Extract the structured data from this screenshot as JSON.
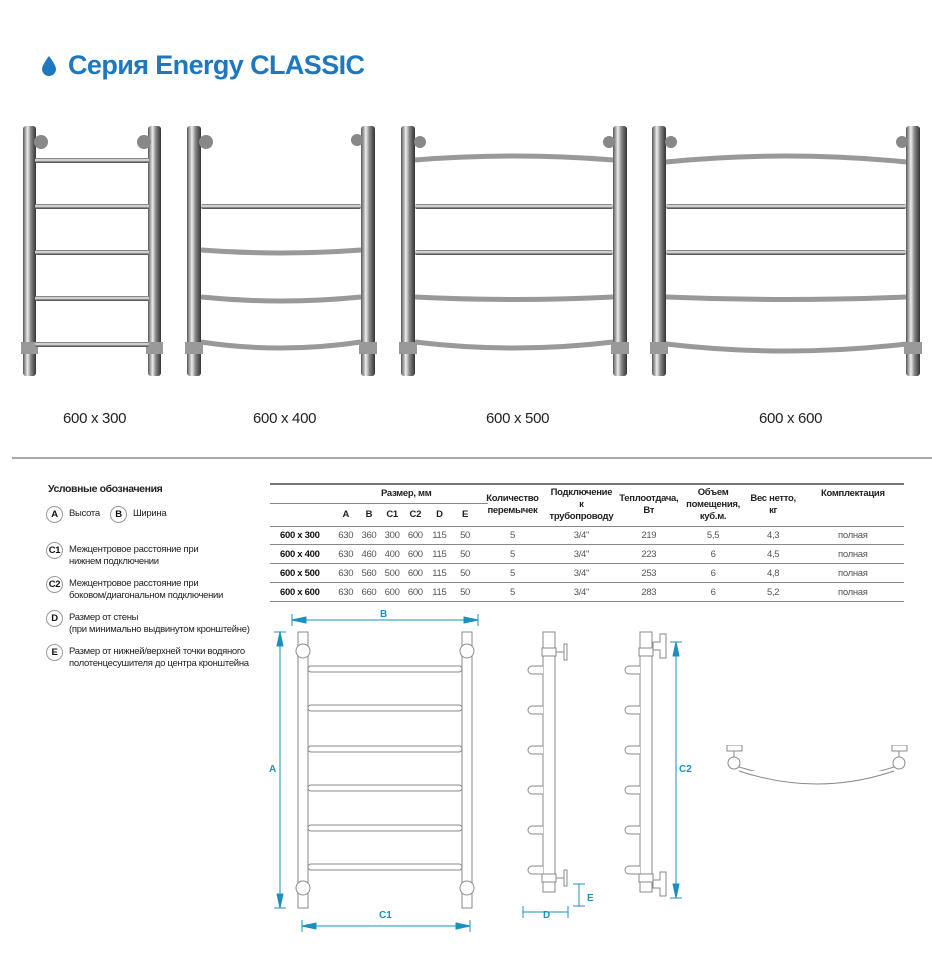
{
  "header": {
    "title": "Серия Energy CLASSIC",
    "icon": "water-drop-icon",
    "accent_color": "#1e78c0"
  },
  "products": [
    {
      "label": "600 x 300",
      "rungs": 5
    },
    {
      "label": "600 x 400",
      "rungs": 5
    },
    {
      "label": "600 x 500",
      "rungs": 5
    },
    {
      "label": "600 x 600",
      "rungs": 5
    }
  ],
  "legend": {
    "title": "Условные обозначения",
    "items": [
      {
        "key": "A",
        "text": "Высота"
      },
      {
        "key": "B",
        "text": "Ширина"
      },
      {
        "key": "C1",
        "text_line1": "Межцентровое расстояние при",
        "text_line2": "нижнем подключении"
      },
      {
        "key": "C2",
        "text_line1": "Межцентровое расстояние при",
        "text_line2": "боковом/диагональном подключении"
      },
      {
        "key": "D",
        "text_line1": "Размер от стены",
        "text_line2": "(при минимально выдвинутом кронштейне)"
      },
      {
        "key": "E",
        "text_line1": "Размер от нижней/верхней точки водяного",
        "text_line2": "полотенцесушителя до центра кронштейна"
      }
    ]
  },
  "table": {
    "size_group": "Размер, мм",
    "size_columns": [
      "A",
      "B",
      "C1",
      "C2",
      "D",
      "E"
    ],
    "other_columns": [
      {
        "line1": "Количество",
        "line2": "перемычек"
      },
      {
        "line1": "Подключение",
        "line2": "к трубопроводу"
      },
      {
        "line1": "Теплоотдача,",
        "line2": "Вт"
      },
      {
        "line1": "Объем",
        "line2": "помещения,",
        "line3": "куб.м."
      },
      {
        "line1": "Вес нетто,",
        "line2": "кг"
      },
      {
        "line1": "Комплектация",
        "line2": ""
      }
    ],
    "rows": [
      {
        "model": "600 x 300",
        "A": "630",
        "B": "360",
        "C1": "300",
        "C2": "600",
        "D": "115",
        "E": "50",
        "jumpers": "5",
        "connection": "3/4\"",
        "heat": "219",
        "volume": "5,5",
        "weight": "4,3",
        "kit": "полная"
      },
      {
        "model": "600 x 400",
        "A": "630",
        "B": "460",
        "C1": "400",
        "C2": "600",
        "D": "115",
        "E": "50",
        "jumpers": "5",
        "connection": "3/4\"",
        "heat": "223",
        "volume": "6",
        "weight": "4,5",
        "kit": "полная"
      },
      {
        "model": "600 x 500",
        "A": "630",
        "B": "560",
        "C1": "500",
        "C2": "600",
        "D": "115",
        "E": "50",
        "jumpers": "5",
        "connection": "3/4\"",
        "heat": "253",
        "volume": "6",
        "weight": "4,8",
        "kit": "полная"
      },
      {
        "model": "600 x 600",
        "A": "630",
        "B": "660",
        "C1": "600",
        "C2": "600",
        "D": "115",
        "E": "50",
        "jumpers": "5",
        "connection": "3/4\"",
        "heat": "283",
        "volume": "6",
        "weight": "5,2",
        "kit": "полная"
      }
    ]
  },
  "diagram": {
    "labels": {
      "A": "A",
      "B": "B",
      "C1": "C1",
      "C2": "C2",
      "D": "D",
      "E": "E"
    },
    "dimension_color": "#1b8fc0"
  }
}
